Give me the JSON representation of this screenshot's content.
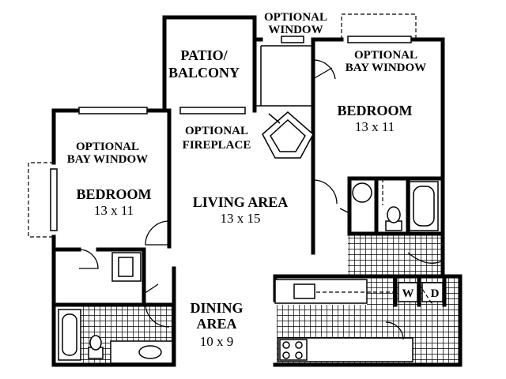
{
  "labels": {
    "optional_window": [
      "OPTIONAL",
      "WINDOW"
    ],
    "patio": [
      "PATIO/",
      "BALCONY"
    ],
    "bay_window_right": [
      "OPTIONAL",
      "BAY WINDOW"
    ],
    "bedroom_right": {
      "name": "BEDROOM",
      "size": "13 x 11"
    },
    "fireplace": [
      "OPTIONAL",
      "FIREPLACE"
    ],
    "bay_window_left": [
      "OPTIONAL",
      "BAY WINDOW"
    ],
    "bedroom_left": {
      "name": "BEDROOM",
      "size": "13 x 11"
    },
    "living": {
      "name": "LIVING AREA",
      "size": "13 x 15"
    },
    "dining": {
      "name": "DINING",
      "name2": "AREA",
      "size": "10 x 9"
    },
    "washer": "W",
    "dryer": "D"
  }
}
